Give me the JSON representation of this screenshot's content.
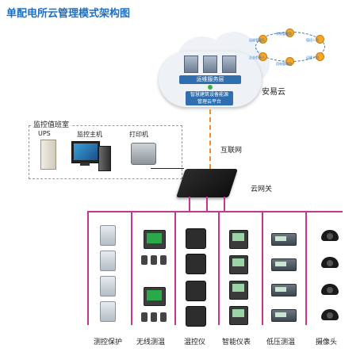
{
  "title": "单配电所云管理模式架构图",
  "cloud": {
    "name": "安易云",
    "ops_layer": "运维服务层",
    "platform": "智慧建筑设备能源\n管理云平台"
  },
  "users": [
    "运维管理员",
    "系统管理员",
    "值班人员",
    "企业负责人",
    "用电管理员",
    "运维人员"
  ],
  "network_label": "互联网",
  "gateway_label": "云网关",
  "control_room": {
    "title": "监控值班室",
    "ups": "UPS",
    "host": "监控主机",
    "printer": "打印机"
  },
  "device_groups": [
    {
      "label": "测控保护",
      "icon": "relay-protection-icon"
    },
    {
      "label": "无线测温",
      "icon": "wireless-temperature-icon"
    },
    {
      "label": "温控仪",
      "icon": "temperature-controller-icon"
    },
    {
      "label": "智能仪表",
      "icon": "smart-meter-icon"
    },
    {
      "label": "低压测温",
      "icon": "low-voltage-temperature-icon"
    },
    {
      "label": "摄像头",
      "icon": "camera-icon"
    }
  ],
  "colors": {
    "title": "#1d6fc3",
    "bus_line": "#c6368f",
    "internet_line": "#f08c2a",
    "cloud_bar": "#2f6fb0"
  }
}
